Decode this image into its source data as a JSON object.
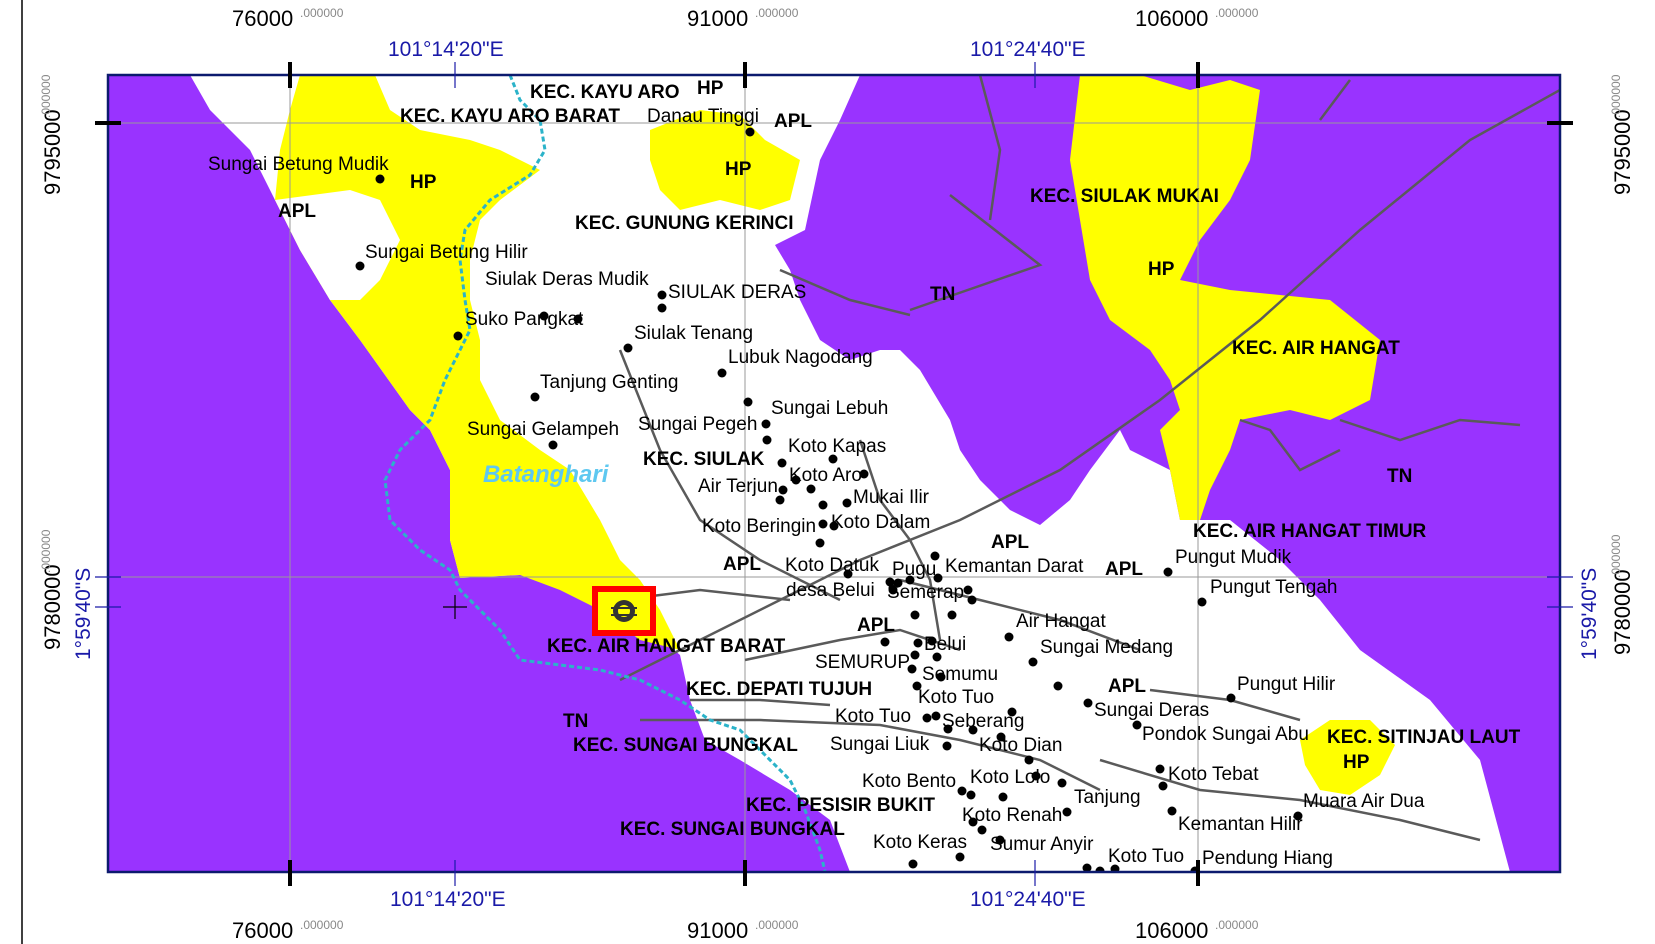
{
  "colors": {
    "forest_tn": "#9933ff",
    "forest_hp": "#ffff00",
    "apl": "#ffffff",
    "river": "#2bb3c9",
    "frame": "#0c1a6e",
    "grid": "#999999",
    "road": "#5a5a5a",
    "geo_label": "#1a1aa8",
    "highlight": "#ff0000"
  },
  "coords": {
    "top_easting": [
      "76000",
      "91000",
      "106000"
    ],
    "bottom_easting": [
      "76000",
      "91000",
      "106000"
    ],
    "decimals": ".000000",
    "top_longitude": [
      "101°14'20\"E",
      "101°24'40\"E"
    ],
    "bottom_longitude": [
      "101°14'20\"E",
      "101°24'40\"E"
    ],
    "left_northing": [
      "9795000",
      "9780000"
    ],
    "right_northing": [
      "9795000",
      "9780000"
    ],
    "left_latitude": "1°59'40\"S",
    "right_latitude": "1°59'40\"S"
  },
  "districts": {
    "kayu_aro": "KEC. KAYU ARO",
    "kayu_aro_barat": "KEC. KAYU ARO BARAT",
    "gunung_kerinci": "KEC. GUNUNG KERINCI",
    "siulak_mukai": "KEC. SIULAK MUKAI",
    "air_hangat": "KEC. AIR HANGAT",
    "siulak": "KEC. SIULAK",
    "air_hangat_timur": "KEC. AIR HANGAT TIMUR",
    "air_hangat_barat": "KEC. AIR HANGAT BARAT",
    "depati_tujuh": "KEC. DEPATI TUJUH",
    "sungai_bungkal_1": "KEC. SUNGAI BUNGKAL",
    "sungai_bungkal_2": "KEC. SUNGAI BUNGKAL",
    "pesisir_bukit": "KEC. PESISIR BUKIT",
    "sitinjau_laut": "KEC. SITINJAU LAUT"
  },
  "zones": {
    "hp_1": "HP",
    "hp_2": "HP",
    "hp_3": "HP",
    "hp_4": "HP",
    "hp_5": "HP",
    "apl_1": "APL",
    "apl_2": "APL",
    "apl_3": "APL",
    "apl_4": "APL",
    "apl_5": "APL",
    "apl_6": "APL",
    "apl_7": "APL",
    "tn_1": "TN",
    "tn_2": "TN",
    "tn_3": "TN"
  },
  "river": {
    "name": "Batanghari"
  },
  "villages": {
    "danau_tinggi": "Danau Tinggi",
    "sungai_betung_mudik": "Sungai Betung Mudik",
    "sungai_betung_hilir": "Sungai Betung Hilir",
    "siulak_deras_mudik": "Siulak Deras Mudik",
    "siulak_deras": "SIULAK DERAS",
    "suko_pangkat": "Suko Pangkat",
    "siulak_tenang": "Siulak Tenang",
    "lubuk_nagodang": "Lubuk Nagodang",
    "tanjung_genting": "Tanjung Genting",
    "sungai_lebuh": "Sungai Lebuh",
    "sungai_gelampeh": "Sungai Gelampeh",
    "sungai_pegeh": "Sungai Pegeh",
    "koto_kapas": "Koto Kapas",
    "koto_aro": "Koto Aro",
    "air_terjun": "Air Terjun",
    "mukai_ilir": "Mukai Ilir",
    "koto_beringin": "Koto Beringin",
    "koto_dalam": "Koto Dalam",
    "koto_datuk": "Koto Datuk",
    "pugu": "Pugu",
    "kemantan_darat": "Kemantan Darat",
    "desa_belui": "desa Belui",
    "semerap": "Semerap",
    "pungut_mudik": "Pungut Mudik",
    "pungut_tengah": "Pungut Tengah",
    "air_hangat": "Air Hangat",
    "belui": "Belui",
    "sungai_medang": "Sungai Medang",
    "semurup_caps": "SEMURUP",
    "semumu": "Semumu",
    "koto_tuo_1": "Koto Tuo",
    "pungut_hilir": "Pungut Hilir",
    "sungai_deras": "Sungai Deras",
    "koto_tuo_2": "Koto Tuo",
    "seberang": "Seberang",
    "pondok_sungai_abu": "Pondok Sungai Abu",
    "sungai_liuk": "Sungai Liuk",
    "koto_dian": "Koto Dian",
    "koto_lolo": "Koto Lolo",
    "koto_tebat": "Koto Tebat",
    "koto_bento": "Koto Bento",
    "tanjung": "Tanjung",
    "muara_air_dua": "Muara Air Dua",
    "koto_renah": "Koto Renah",
    "kemantan_hilir": "Kemantan Hilir",
    "koto_keras": "Koto Keras",
    "sumur_anyir": "Sumur Anyir",
    "koto_tuo_3": "Koto Tuo",
    "pendung_hiang": "Pendung Hiang"
  }
}
